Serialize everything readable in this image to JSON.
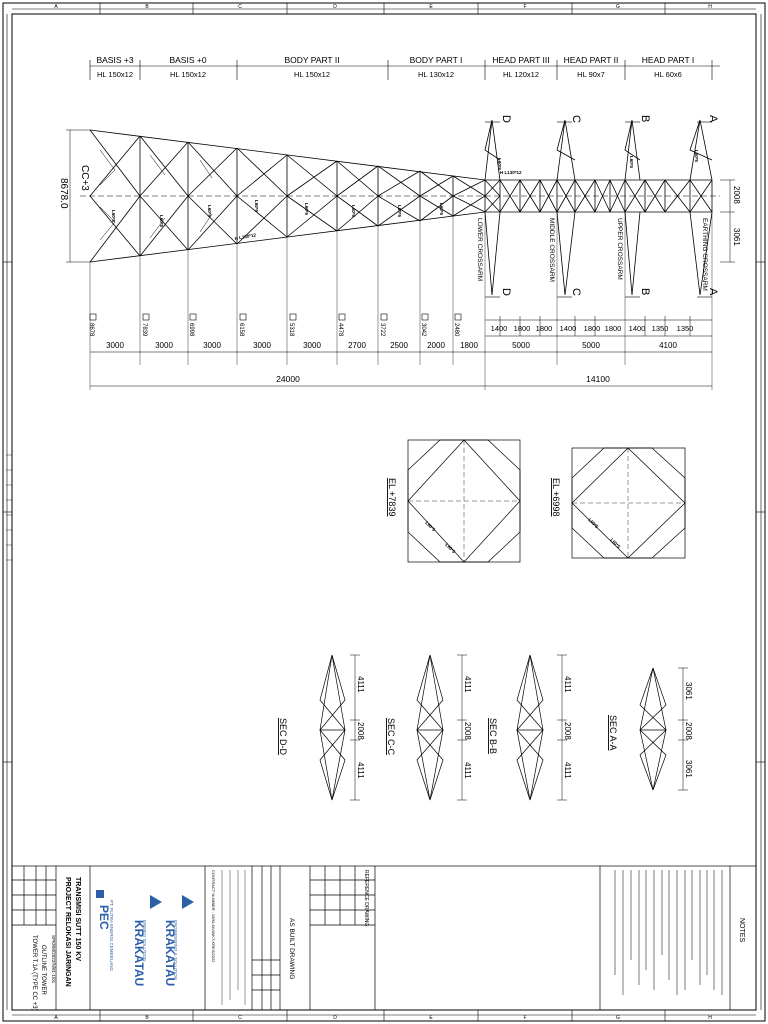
{
  "grid": {
    "top": [
      "A",
      "B",
      "C",
      "D",
      "E",
      "F",
      "G",
      "H"
    ],
    "bottom": [
      "A",
      "B",
      "C",
      "D",
      "E",
      "F",
      "G",
      "H"
    ]
  },
  "header": {
    "parts": [
      "BASIS +3",
      "BASIS +0",
      "BODY PART II",
      "BODY PART I",
      "HEAD PART III",
      "HEAD PART II",
      "HEAD PART I"
    ],
    "profiles": [
      "HL 150x12",
      "HL 150x12",
      "HL 150x12",
      "HL 130x12",
      "HL 120x12",
      "HL 90x7",
      "HL 60x6"
    ]
  },
  "tower": {
    "cc_label": "CC+3",
    "height_label": "8678.0",
    "section_marks": [
      "D",
      "C",
      "B",
      "A"
    ],
    "crossarms": [
      "LOWER CROSSARM",
      "MIDDLE CROSSARM",
      "UPPER CROSSARM",
      "EARTHING CROSSARM"
    ],
    "right_dims": [
      "2008",
      "3061"
    ],
    "widths": [
      "8678",
      "7839",
      "6998",
      "6158",
      "5318",
      "4478",
      "3722",
      "3042",
      "2480"
    ],
    "body_spacing": [
      "3000",
      "3000",
      "3000",
      "3000",
      "3000",
      "2700",
      "2500",
      "2000",
      "1800"
    ],
    "head_spacing": [
      "1400",
      "1800",
      "1800",
      "1400",
      "1800",
      "1800",
      "1400",
      "1350",
      "1350"
    ],
    "head_groups": [
      "5000",
      "5000",
      "4100"
    ],
    "total_body": "24000",
    "total_head": "14100",
    "member_label": "L60*5",
    "main_label": "H L130*12"
  },
  "plan_sections": [
    {
      "label": "EL +7839"
    },
    {
      "label": "EL +6998"
    }
  ],
  "crossarm_sections": [
    {
      "label": "SEC D-D",
      "dims": [
        "4111",
        "2008",
        "4111"
      ]
    },
    {
      "label": "SEC C-C",
      "dims": [
        "4111",
        "2008",
        "4111"
      ]
    },
    {
      "label": "SEC B-B",
      "dims": [
        "4111",
        "2008",
        "4111"
      ]
    },
    {
      "label": "SEC A-A",
      "dims": [
        "3061",
        "2008",
        "3061"
      ]
    }
  ],
  "title_block": {
    "notes_title": "NOTES",
    "drawing_status": "AS BUILT DRAWING",
    "reference_label": "REFERENCE DRAWING",
    "project_line1": "PROJECT RELOKASI JARINGAN",
    "project_line2": "TRANSMISI SUTT 150 KV",
    "drawing_title1": "TOWER T.1A (TYPE CC +3)",
    "drawing_title2": "OUTLINE TOWER",
    "drawing_no": "SPKRM/2022/N/01-1/01",
    "company1": "KRAKATAU",
    "company1_sub": "ENGINEERING & SOLUTION",
    "company2": "KRAKATAU",
    "company2_sub": "ENERGI SOLUTION",
    "company3": "PEC",
    "company3_sub": "PT. PUTRA ENERGI CEMERLANG",
    "contract": "CONTRACT NUMBER : 19/KLS/VIII/KT-KRKS/2022"
  },
  "colors": {
    "line": "#000000",
    "paper": "#ffffff"
  }
}
